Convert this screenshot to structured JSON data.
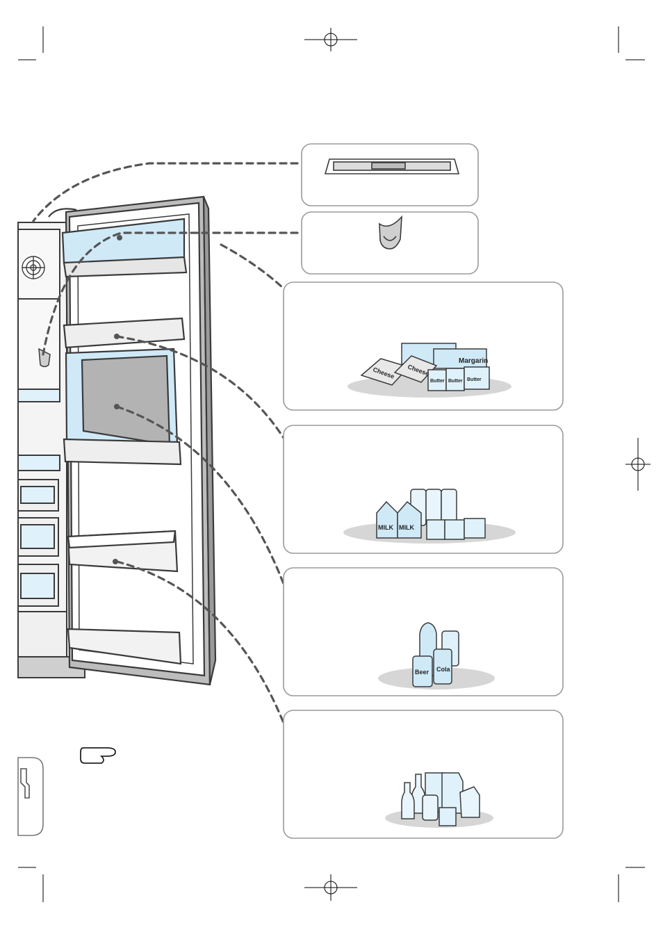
{
  "colors": {
    "outline": "#3a3a3a",
    "leader": "#555555",
    "shelf_blue": "#cfe9f7",
    "panel_border": "#9a9a9a",
    "shadow": "#d6d6d6",
    "bin_gray": "#bdbdbd"
  },
  "panels": [
    {
      "name": "drip-tray-panel",
      "icon": "drip-tray-icon"
    },
    {
      "name": "ice-scoop-panel",
      "icon": "ice-scoop-icon"
    },
    {
      "name": "dairy-panel",
      "icon": "dairy-food-icon",
      "labels": [
        "Margarin",
        "Cheese",
        "Cheese",
        "Butter",
        "Butter",
        "Butter"
      ]
    },
    {
      "name": "milk-panel",
      "icon": "milk-carton-icon",
      "labels": [
        "MILK",
        "MILK"
      ]
    },
    {
      "name": "drinks-panel",
      "icon": "can-bottle-icon",
      "labels": [
        "Beer",
        "Cola"
      ]
    },
    {
      "name": "tall-items-panel",
      "icon": "bottles-icon",
      "labels": []
    }
  ],
  "icons": {
    "pointer": "pointing-hand-icon",
    "tab": "tab-side-icon"
  }
}
